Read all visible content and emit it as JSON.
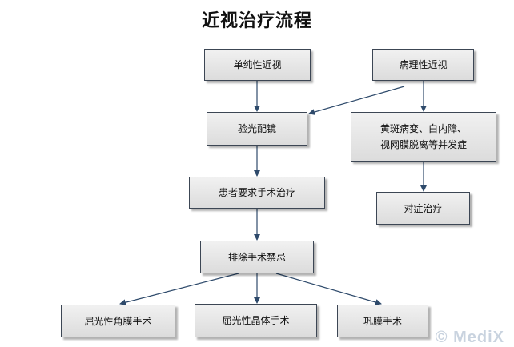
{
  "title": "近视治疗流程",
  "nodes": {
    "simple_myopia": "单纯性近视",
    "pathological_myopia": "病理性近视",
    "optometry": "验光配镜",
    "complications": "黄斑病变、白内障、\n视网膜脱离等并发症",
    "surgery_request": "患者要求手术治疗",
    "symptomatic_treatment": "对症治疗",
    "contraindication_screening": "排除手术禁忌",
    "corneal_surgery": "屈光性角膜手术",
    "lens_surgery": "屈光性晶体手术",
    "scleral_surgery": "巩膜手术"
  },
  "watermark": "© MediX",
  "colors": {
    "arrow": "#2e4a6b",
    "border": "#3c4654"
  }
}
